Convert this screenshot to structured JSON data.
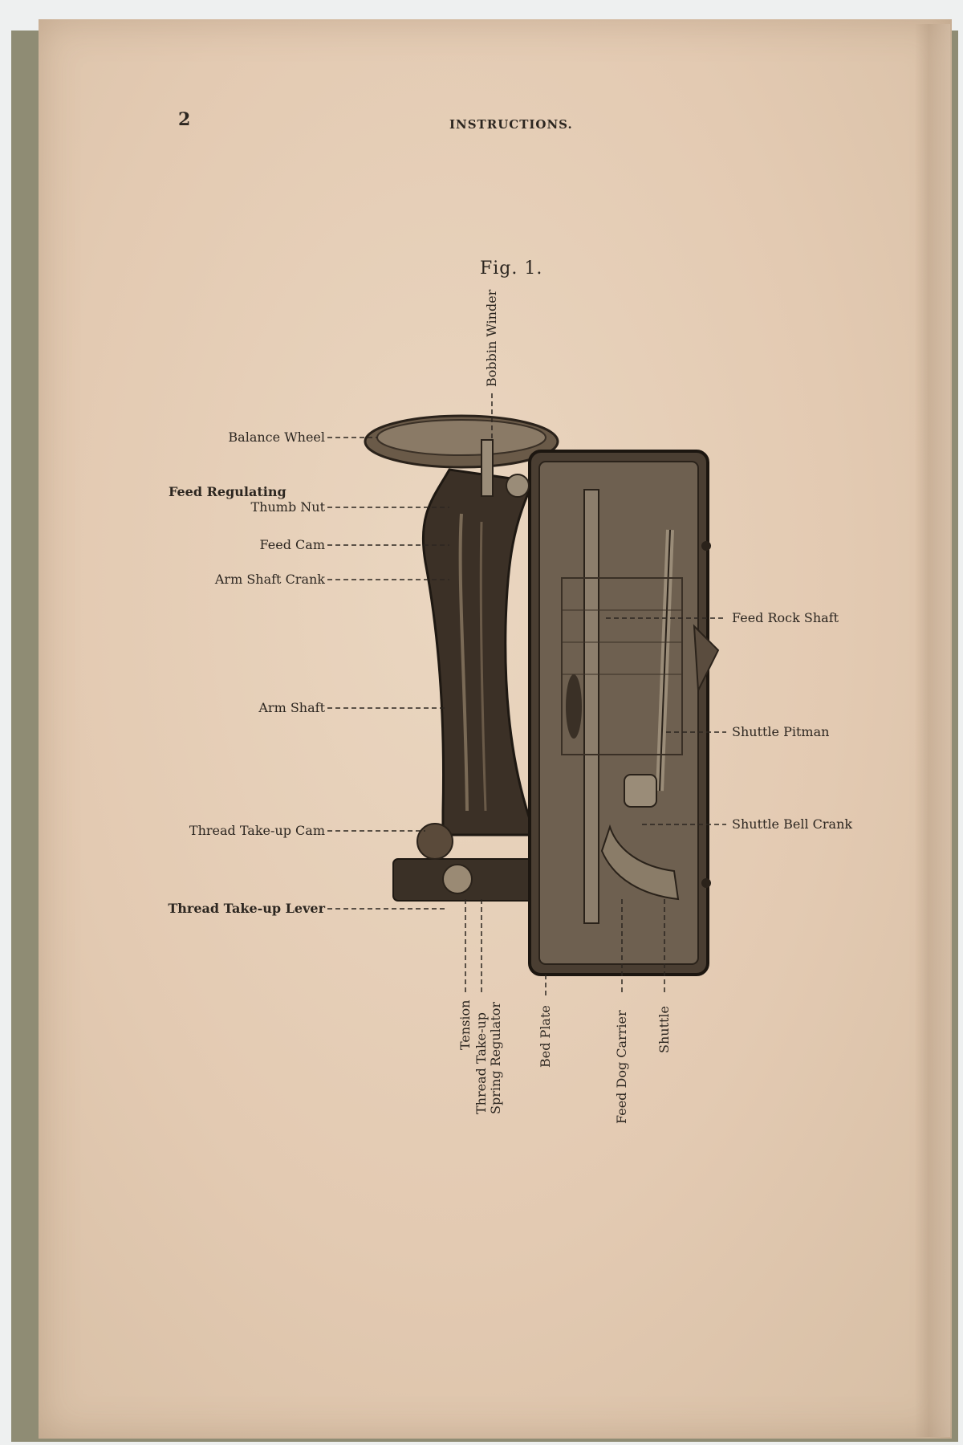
{
  "page": {
    "number": "2",
    "running_head": "INSTRUCTIONS.",
    "figure_caption": "Fig. 1."
  },
  "labels": {
    "balance_wheel": "Balance Wheel",
    "feed_regulating_1": "Feed Regulating",
    "feed_regulating_2": "Thumb Nut",
    "feed_cam": "Feed Cam",
    "arm_shaft_crank": "Arm Shaft Crank",
    "arm_shaft": "Arm Shaft",
    "thread_takeup_cam": "Thread Take-up Cam",
    "thread_takeup_lever": "Thread Take-up Lever",
    "feed_rock_shaft": "Feed Rock Shaft",
    "shuttle_pitman": "Shuttle Pitman",
    "shuttle_bell_crank": "Shuttle Bell Crank",
    "bobbin_winder": "Bobbin Winder",
    "tension": "Tension",
    "thread_takeup_spring_1": "Thread Take-up",
    "thread_takeup_spring_2": "Spring Regulator",
    "bed_plate": "Bed Plate",
    "feed_dog_carrier": "Feed Dog Carrier",
    "shuttle": "Shuttle"
  }
}
